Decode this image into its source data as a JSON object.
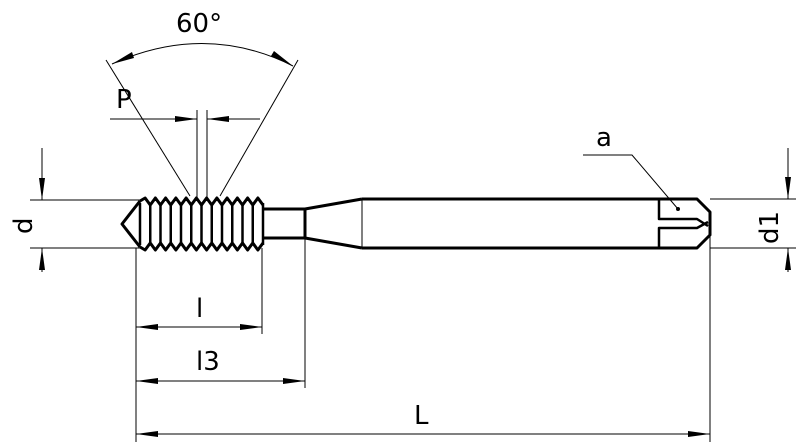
{
  "labels": {
    "angle": "60°",
    "pitch": "P",
    "diameter": "d",
    "shank_diameter": "d1",
    "square": "a",
    "thread_length": "l",
    "neck_length": "l3",
    "total_length": "L"
  },
  "colors": {
    "line": "#000000",
    "background": "#ffffff"
  }
}
